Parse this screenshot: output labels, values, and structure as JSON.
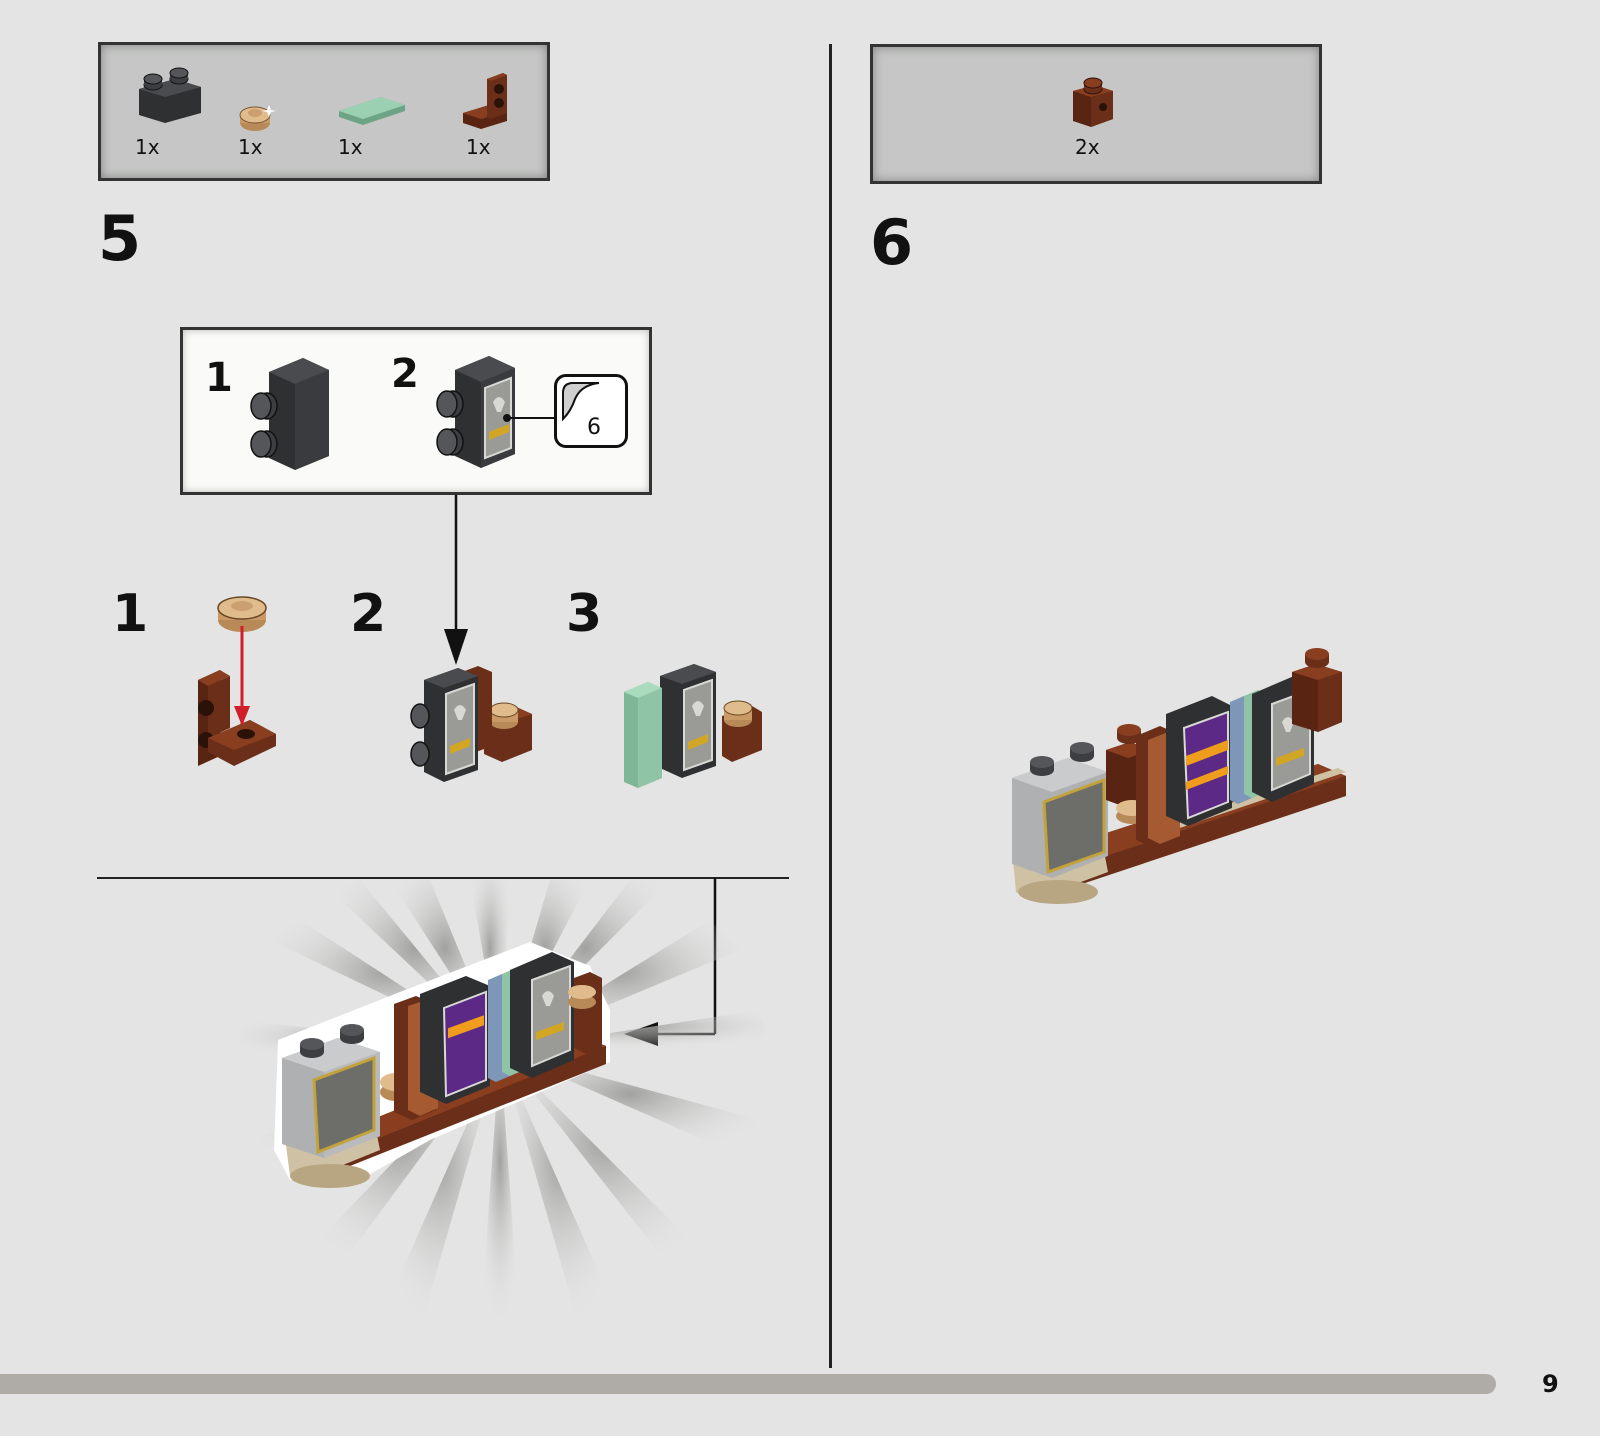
{
  "step5": {
    "number": "5",
    "parts": [
      {
        "qty": "1x",
        "icon": "black-2x1-brick-icon"
      },
      {
        "qty": "1x",
        "icon": "tan-round-plate-icon"
      },
      {
        "qty": "1x",
        "icon": "sand-green-tile-icon"
      },
      {
        "qty": "1x",
        "icon": "brown-bracket-icon"
      }
    ],
    "callout": {
      "sub1": "1",
      "sub2": "2",
      "sticker_number": "6"
    },
    "substeps": [
      "1",
      "2",
      "3"
    ]
  },
  "step6": {
    "number": "6",
    "parts": [
      {
        "qty": "2x",
        "icon": "brown-1x1-brick-icon"
      }
    ]
  },
  "page": {
    "number": "9"
  },
  "colors": {
    "background": "#e3e4e3",
    "parts_box": "#c5c6c5",
    "brick_black": "#2f3032",
    "brick_brown": "#6b2e18",
    "brick_tan": "#d9b58a",
    "tile_green": "#8fc4a6",
    "arrow_red": "#d11f2a"
  }
}
